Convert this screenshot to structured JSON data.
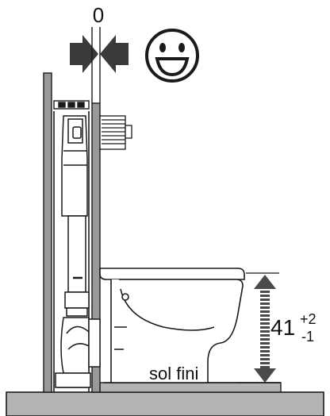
{
  "diagram": {
    "gap_value": "0",
    "height_value": "41",
    "tolerance_plus": "+2",
    "tolerance_minus": "-1",
    "floor_label": "sol fini"
  },
  "icons": {
    "compression_arrows": "compression-arrows-icon",
    "status_face": "smiley-face-icon",
    "height_arrow": "double-arrow-icon"
  },
  "colors": {
    "wall": "#999999",
    "floor": "#b3b3b3",
    "stroke": "#1a1a1a",
    "arrow": "#3a3a3a"
  }
}
